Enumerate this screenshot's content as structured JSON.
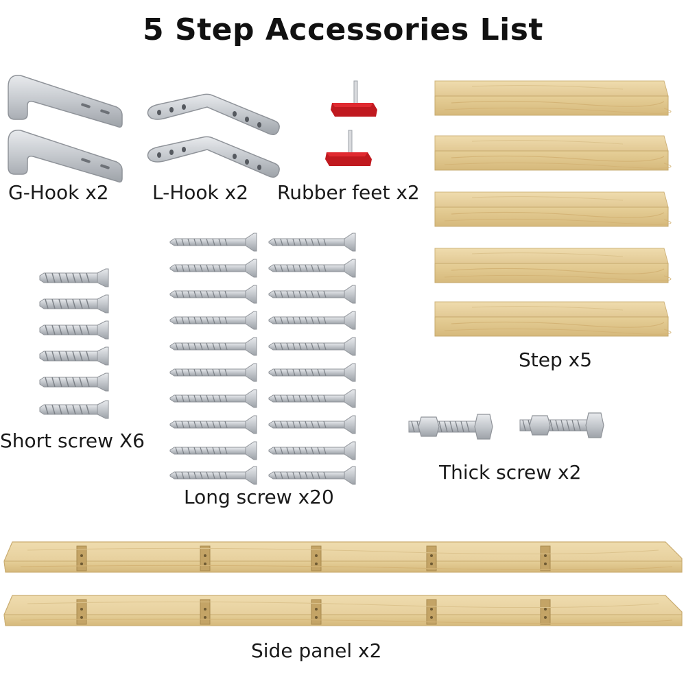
{
  "title": "5 Step Accessories List",
  "items": [
    {
      "label": "G-Hook x2",
      "quantity": 2
    },
    {
      "label": "L-Hook x2",
      "quantity": 2
    },
    {
      "label": "Rubber feet x2",
      "quantity": 2
    },
    {
      "label": "Step x5",
      "quantity": 5
    },
    {
      "label": "Short screw X6",
      "quantity": 6
    },
    {
      "label": "Long screw x20",
      "quantity": 20
    },
    {
      "label": "Thick screw x2",
      "quantity": 2
    },
    {
      "label": "Side panel x2",
      "quantity": 2
    }
  ],
  "colors": {
    "metal": "#c9ccd0",
    "metal_dark": "#8f9399",
    "wood": "#e8d5a6",
    "wood_edge": "#d4b97f",
    "rubber": "#c0191f"
  }
}
